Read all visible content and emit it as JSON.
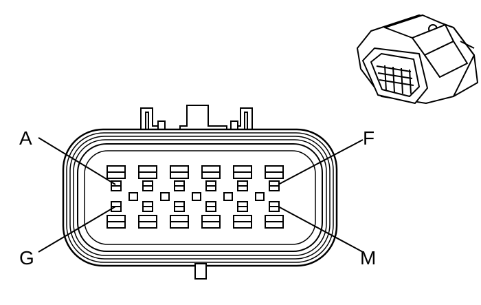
{
  "diagram": {
    "colors": {
      "stroke": "#000000",
      "background": "#ffffff",
      "thumbnail_fill": "#ffffff"
    },
    "pin_labels": {
      "top_left": "A",
      "top_right": "F",
      "bottom_left": "G",
      "bottom_right": "M"
    },
    "connector": {
      "rows": 2,
      "cavities_per_row": 6,
      "thumbnail_icon": "connector-3d-view-icon"
    }
  }
}
